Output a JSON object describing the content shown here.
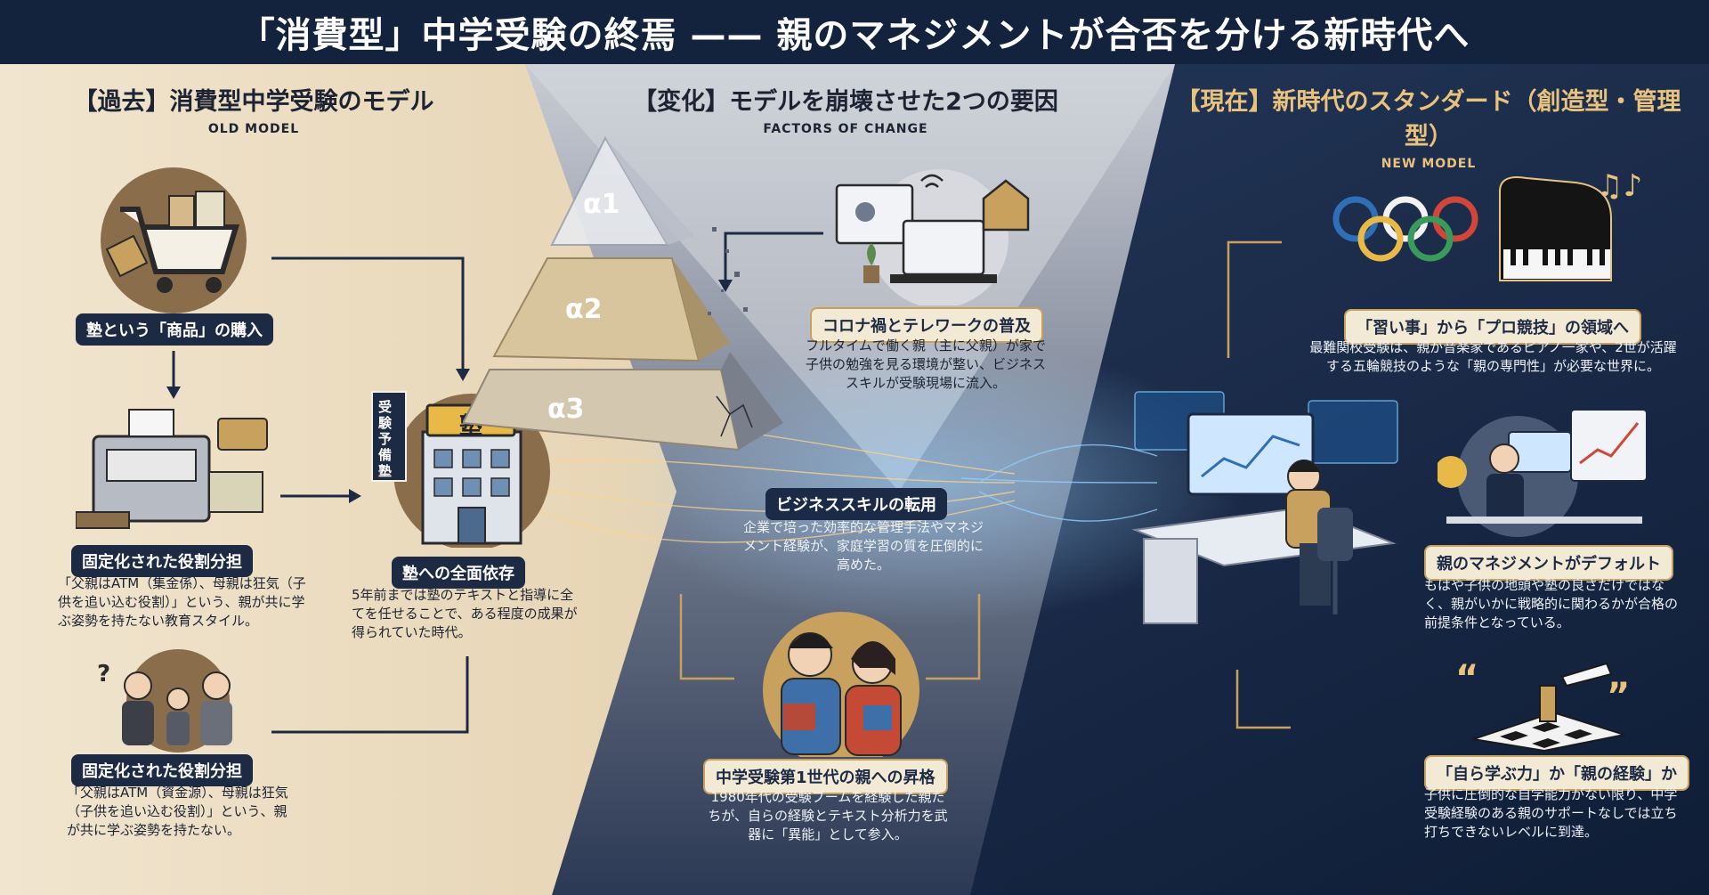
{
  "banner": {
    "title": "「消費型」中学受験の終焉 —— 親のマネジメントが合否を分ける新時代へ"
  },
  "panels": {
    "old": {
      "title": "【過去】消費型中学受験のモデル",
      "subtitle": "OLD MODEL"
    },
    "change": {
      "title": "【変化】モデルを崩壊させた2つの要因",
      "subtitle": "FACTORS OF CHANGE"
    },
    "new": {
      "title": "【現在】新時代のスタンダード（創造型・管理型）",
      "subtitle": "NEW MODEL"
    }
  },
  "old_items": [
    {
      "label": "塾という「商品」の購入",
      "desc": ""
    },
    {
      "label": "固定化された役割分担",
      "desc": "「父親はATM（集金係）、母親は狂気（子供を追い込む役割）」という、親が共に学ぶ姿勢を持たない教育スタイル。"
    },
    {
      "label": "塾への全面依存",
      "desc": "5年前までは塾のテキストと指導に全てを任せることで、ある程度の成果が得られていた時代。"
    },
    {
      "label": "固定化された役割分担",
      "desc": "「父親はATM（資金源）、母親は狂気（子供を追い込む役割）」という、親が共に学ぶ姿勢を持たない。"
    }
  ],
  "juku_sign": {
    "main": "塾",
    "vertical": "受験予備塾"
  },
  "pyramid": {
    "levels": [
      "α1",
      "α2",
      "α3"
    ]
  },
  "change_items": [
    {
      "label": "コロナ禍とテレワークの普及",
      "desc": "フルタイムで働く親（主に父親）が家で子供の勉強を見る環境が整い、ビジネススキルが受験現場に流入。"
    },
    {
      "label": "ビジネススキルの転用",
      "desc": "企業で培った効率的な管理手法やマネジメント経験が、家庭学習の質を圧倒的に高めた。"
    },
    {
      "label": "中学受験第1世代の親への昇格",
      "desc": "1980年代の受験ブームを経験した親たちが、自らの経験とテキスト分析力を武器に「異能」として参入。"
    }
  ],
  "new_items": [
    {
      "label": "「習い事」から「プロ競技」の領域へ",
      "desc": "最難関校受験は、親が音楽家であるピアノ一家や、2世が活躍する五輪競技のような「親の専門性」が必要な世界に。"
    },
    {
      "label": "親のマネジメントがデフォルト",
      "desc": "もはや子供の地頭や塾の良さだけではなく、親がいかに戦略的に関わるかが合格の前提条件となっている。"
    },
    {
      "label": "「自ら学ぶ力」か「親の経験」か",
      "desc": "子供に圧倒的な自学能力がない限り、中学受験経験のある親のサポートなしでは立ち打ちできないレベルに到達。"
    }
  ],
  "icons": [
    "shopping-cart-icon",
    "cash-register-icon",
    "family-icon",
    "juku-building-icon",
    "pyramid-icon",
    "telework-icon",
    "parents-icon",
    "manager-desk-icon",
    "olympic-rings-icon",
    "piano-icon",
    "analyst-icon",
    "chess-icon"
  ],
  "colors": {
    "navy": "#13233d",
    "gold": "#c9a15e",
    "cream": "#efe4cf",
    "accent_blue": "#5fb4ff"
  }
}
